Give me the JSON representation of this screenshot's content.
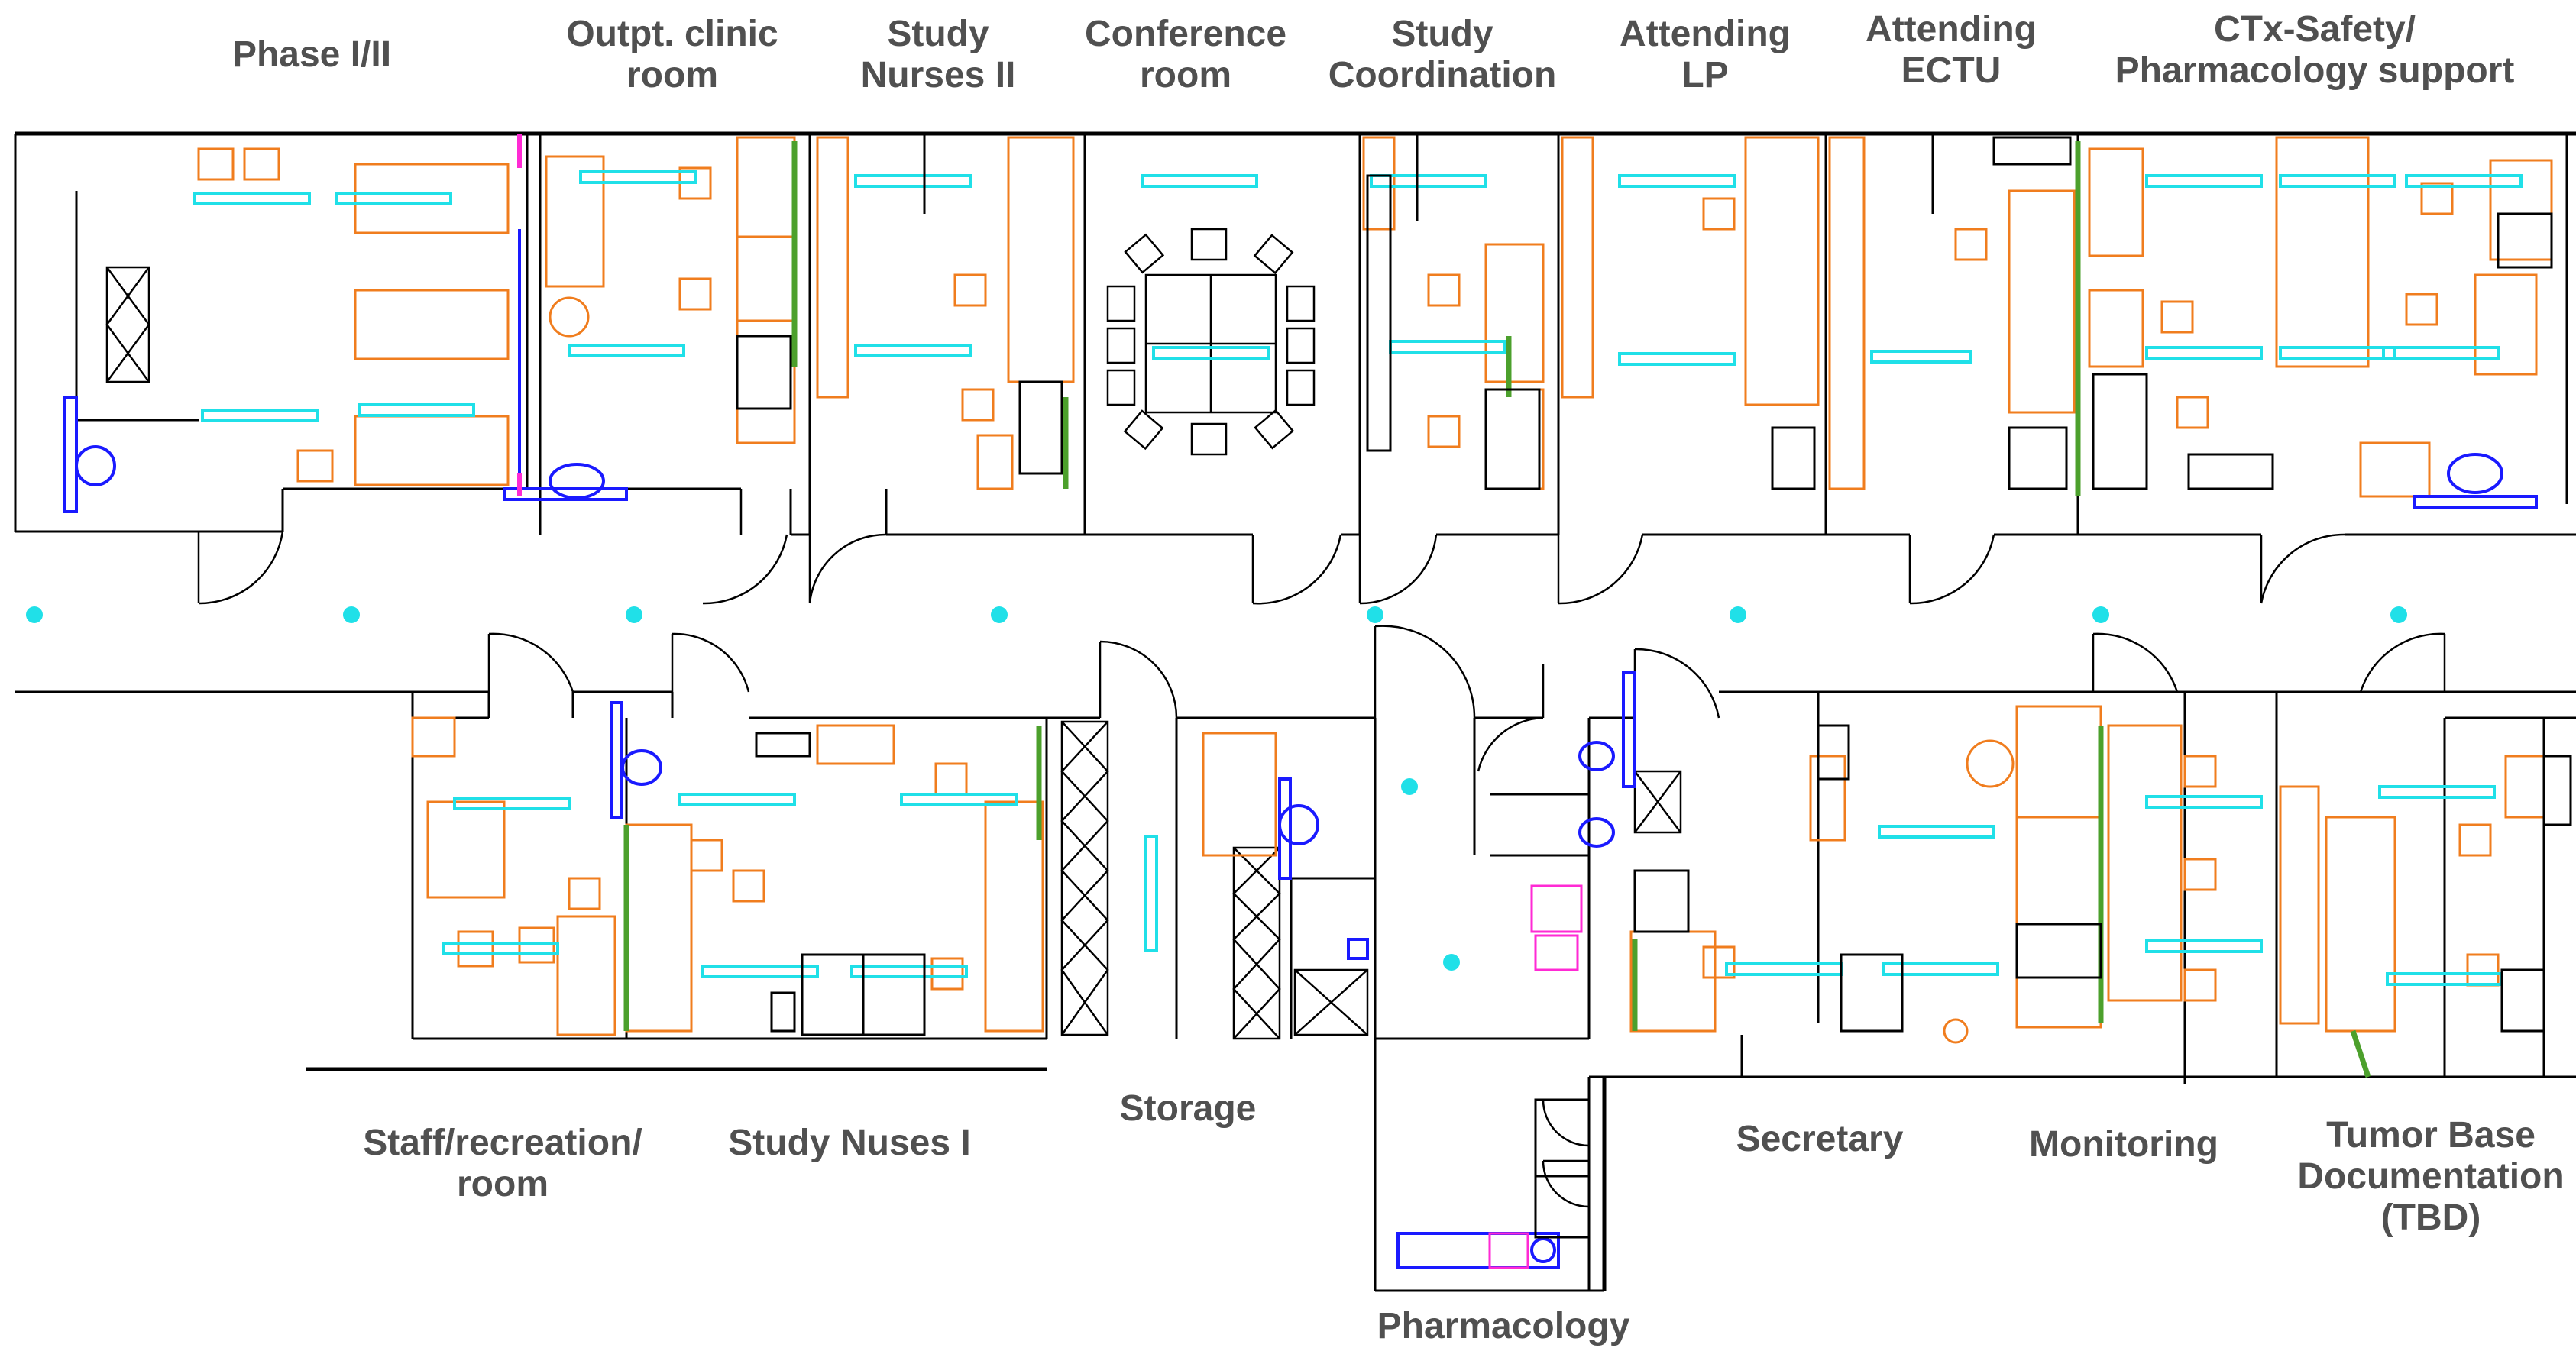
{
  "title": "",
  "colors": {
    "furniture": "#f07d1e",
    "lighting": "#20e0e8",
    "equipment": "#1a1aff",
    "partition": "#4ca02c",
    "special": "#ff2ad4",
    "label": "#505050"
  },
  "rooms_top": [
    {
      "id": "phase",
      "label": "Phase I/II"
    },
    {
      "id": "outpt",
      "label": "Outpt. clinic\nroom"
    },
    {
      "id": "nurses2",
      "label": "Study\nNurses II"
    },
    {
      "id": "conf",
      "label": "Conference\nroom"
    },
    {
      "id": "coord",
      "label": "Study\nCoordination"
    },
    {
      "id": "lp",
      "label": "Attending\nLP"
    },
    {
      "id": "ectu",
      "label": "Attending\nECTU"
    },
    {
      "id": "ctx",
      "label": "CTx-Safety/\nPharmacology support"
    }
  ],
  "rooms_bottom": [
    {
      "id": "staff",
      "label": "Staff/recreation/\nroom"
    },
    {
      "id": "nurses1",
      "label": "Study Nuses I"
    },
    {
      "id": "storage",
      "label": "Storage"
    },
    {
      "id": "pharm",
      "label": "Pharmacology"
    },
    {
      "id": "secr",
      "label": "Secretary"
    },
    {
      "id": "monit",
      "label": "Monitoring"
    },
    {
      "id": "tbd",
      "label": "Tumor Base\nDocumentation\n(TBD)"
    }
  ]
}
